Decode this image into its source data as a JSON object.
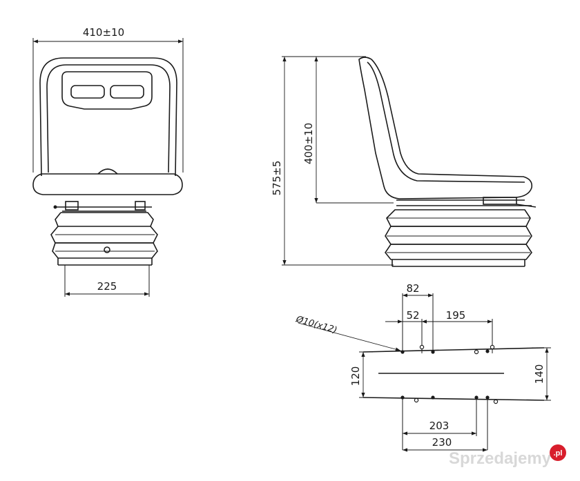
{
  "front_view": {
    "dim_width": "410±10",
    "dim_base": "225"
  },
  "side_view": {
    "dim_total_height": "575±5",
    "dim_back_height": "400±10"
  },
  "base_plate": {
    "hole_note": "Ø10(x12)",
    "dim_82": "82",
    "dim_52": "52",
    "dim_195": "195",
    "dim_120": "120",
    "dim_140": "140",
    "dim_203": "203",
    "dim_230": "230"
  },
  "watermark": {
    "text": "Sprzedajemy",
    "suffix": ".pl",
    "color": "#d81e2c"
  }
}
